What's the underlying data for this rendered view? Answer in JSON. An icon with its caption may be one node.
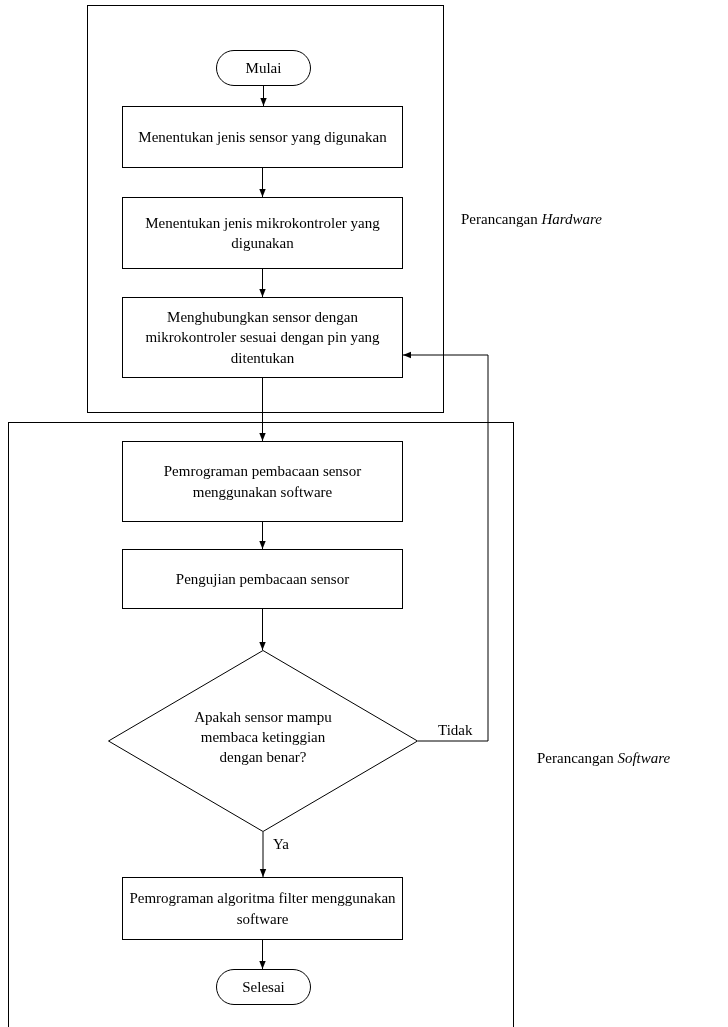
{
  "diagram": {
    "nodes": [
      {
        "text": [
          "Perancangan *Hardware*"
        ]
      },
      {
        "text": [
          "Mulai"
        ],
        "in": 0
      },
      {
        "text": [
          "Menentukan jenis sensor yang digunakan"
        ],
        "in": 0
      },
      {
        "text": [
          "Menentukan jenis mikrokontroler yang digunakan"
        ],
        "in": 0
      },
      {
        "text": [
          "Menghubungkan sensor dengan mikrokontroler sesuai dengan pin yang ditentukan"
        ],
        "in": 0
      },
      {
        "text": [
          "Perancangan *Software*"
        ]
      },
      {
        "text": [
          "Pemrograman pembacaan sensor menggunakan software"
        ],
        "in": 5
      },
      {
        "text": [
          "Pengujian pembacaan sensor"
        ],
        "in": 5
      },
      {
        "text": [
          "Apakah sensor mampu membaca ketinggian dengan benar?"
        ],
        "in": 5
      },
      {
        "text": [
          "Pemrograman algoritma filter menggunakan software"
        ],
        "in": 5
      },
      {
        "text": [
          "Selesai"
        ],
        "in": 5
      }
    ],
    "edges": [
      {
        "from": 1,
        "to": 2,
        "arrow": "to"
      },
      {
        "from": 2,
        "to": 3,
        "arrow": "to"
      },
      {
        "from": 3,
        "to": 4,
        "arrow": "to"
      },
      {
        "from": 4,
        "to": 6,
        "arrow": "to"
      },
      {
        "from": 6,
        "to": 7,
        "arrow": "to"
      },
      {
        "from": 7,
        "to": 8,
        "arrow": "to"
      },
      {
        "from": 8,
        "to": 9,
        "arrow": "to",
        "label": "Ya"
      },
      {
        "from": 8,
        "to": 4,
        "arrow": "to",
        "label": "Tidak"
      },
      {
        "from": 9,
        "to": 10,
        "arrow": "to"
      }
    ]
  }
}
